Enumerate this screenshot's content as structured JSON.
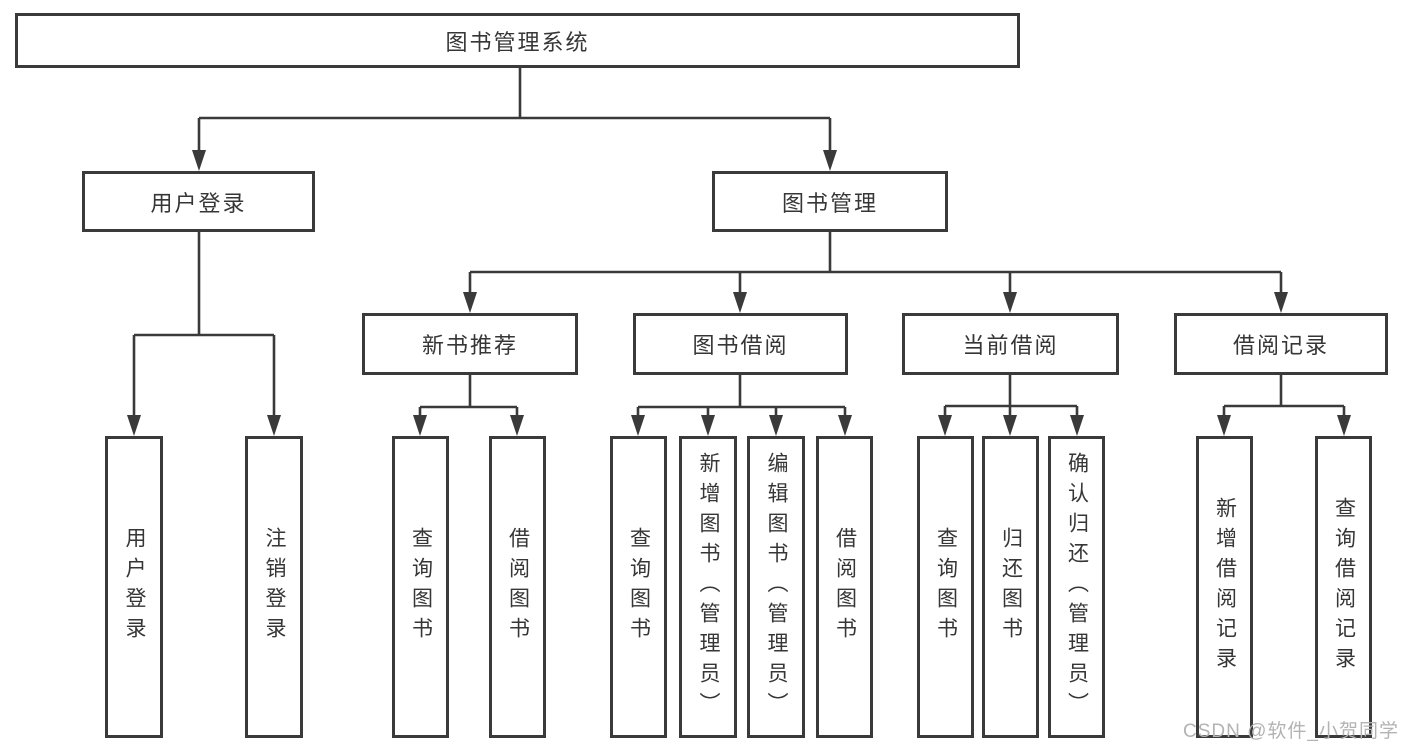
{
  "tree": {
    "root": {
      "label": "图书管理系统"
    },
    "user_login": {
      "label": "用户登录",
      "children": [
        {
          "label": "用户登录"
        },
        {
          "label": "注销登录"
        }
      ]
    },
    "book_mgmt": {
      "label": "图书管理",
      "sections": [
        {
          "label": "新书推荐",
          "children": [
            {
              "label": "查询图书"
            },
            {
              "label": "借阅图书"
            }
          ]
        },
        {
          "label": "图书借阅",
          "children": [
            {
              "label": "查询图书"
            },
            {
              "label": "新增图书（管理员）"
            },
            {
              "label": "编辑图书（管理员）"
            },
            {
              "label": "借阅图书"
            }
          ]
        },
        {
          "label": "当前借阅",
          "children": [
            {
              "label": "查询图书"
            },
            {
              "label": "归还图书"
            },
            {
              "label": "确认归还（管理员）"
            }
          ]
        },
        {
          "label": "借阅记录",
          "children": [
            {
              "label": "新增借阅记录"
            },
            {
              "label": "查询借阅记录"
            }
          ]
        }
      ]
    }
  },
  "watermark": {
    "text": "CSDN @软件_小贺同学"
  },
  "colors": {
    "line": "#3a3a3a",
    "text": "#363636",
    "watermark": "#b3b3b3",
    "box_bg": "#ffffff",
    "background": "#ffffff"
  }
}
